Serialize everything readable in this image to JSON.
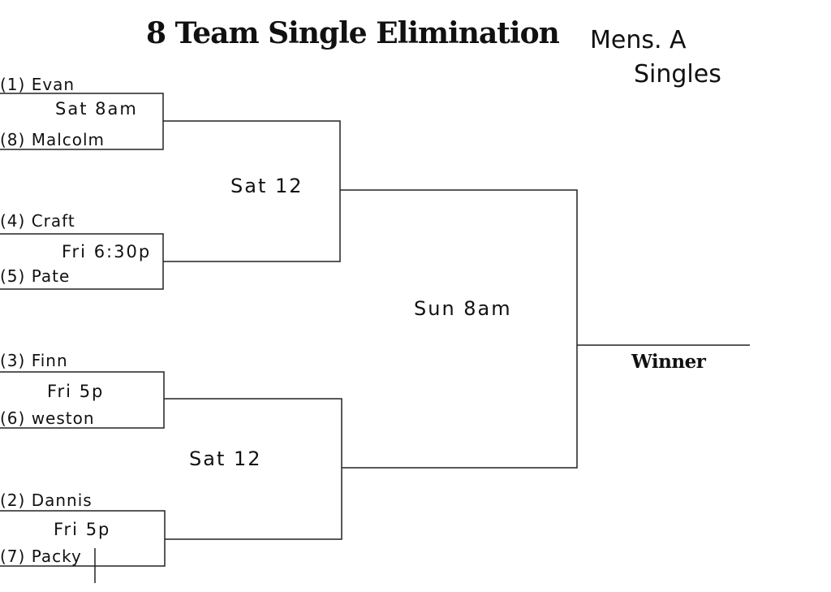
{
  "title": "8 Team Single Elimination",
  "division": {
    "line1": "Mens. A",
    "line2": "Singles"
  },
  "round1": [
    {
      "top": "(1) Evan",
      "time": "Sat 8am",
      "bottom": "(8) Malcolm"
    },
    {
      "top": "(4) Craft",
      "time": "Fri 6:30p",
      "bottom": "(5) Pate"
    },
    {
      "top": "(3) Finn",
      "time": "Fri 5p",
      "bottom": "(6) weston"
    },
    {
      "top": "(2) Dannis",
      "time": "Fri 5p",
      "bottom": "(7) Packy"
    }
  ],
  "semifinals": [
    {
      "time": "Sat 12"
    },
    {
      "time": "Sat 12"
    }
  ],
  "final": {
    "time": "Sun 8am"
  },
  "winner_label": "Winner",
  "colors": {
    "ink": "#111111",
    "background": "#ffffff"
  }
}
